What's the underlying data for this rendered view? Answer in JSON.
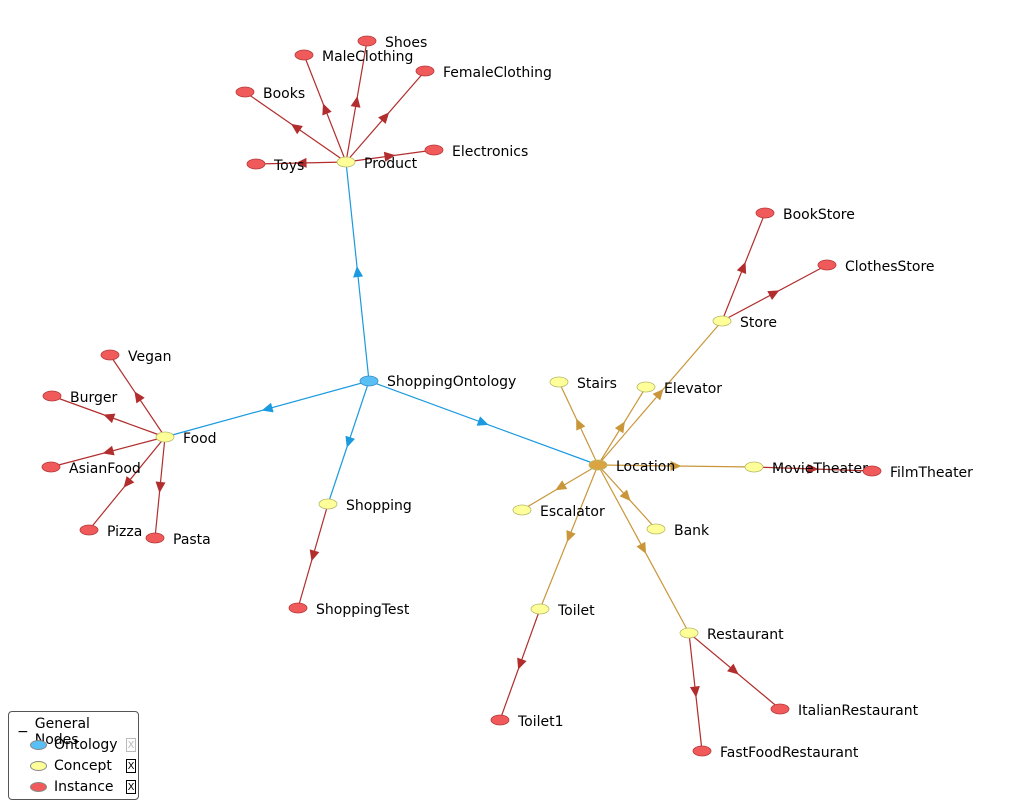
{
  "colors": {
    "ontology": "#59BFF5",
    "concept": "#FFFF99",
    "instance": "#F05A5A",
    "edge_ontology": "#1B9AE0",
    "edge_concept": "#C9963A",
    "edge_instance": "#B22D2D"
  },
  "nodes": [
    {
      "id": "shoppingontology",
      "label": "ShoppingOntology",
      "type": "ontology"
    },
    {
      "id": "product",
      "label": "Product",
      "type": "concept"
    },
    {
      "id": "food",
      "label": "Food",
      "type": "concept"
    },
    {
      "id": "shopping",
      "label": "Shopping",
      "type": "concept"
    },
    {
      "id": "location",
      "label": "Location",
      "type": "concept"
    },
    {
      "id": "store",
      "label": "Store",
      "type": "concept"
    },
    {
      "id": "stairs",
      "label": "Stairs",
      "type": "concept"
    },
    {
      "id": "elevator",
      "label": "Elevator",
      "type": "concept"
    },
    {
      "id": "escalator",
      "label": "Escalator",
      "type": "concept"
    },
    {
      "id": "bank",
      "label": "Bank",
      "type": "concept"
    },
    {
      "id": "movietheater",
      "label": "MovieTheater",
      "type": "concept"
    },
    {
      "id": "toilet",
      "label": "Toilet",
      "type": "concept"
    },
    {
      "id": "restaurant",
      "label": "Restaurant",
      "type": "concept"
    },
    {
      "id": "shoes",
      "label": "Shoes",
      "type": "instance"
    },
    {
      "id": "maleclothing",
      "label": "MaleClothing",
      "type": "instance"
    },
    {
      "id": "femaleclothing",
      "label": "FemaleClothing",
      "type": "instance"
    },
    {
      "id": "books",
      "label": "Books",
      "type": "instance"
    },
    {
      "id": "toys",
      "label": "Toys",
      "type": "instance"
    },
    {
      "id": "electronics",
      "label": "Electronics",
      "type": "instance"
    },
    {
      "id": "bookstore",
      "label": "BookStore",
      "type": "instance"
    },
    {
      "id": "clothesstore",
      "label": "ClothesStore",
      "type": "instance"
    },
    {
      "id": "vegan",
      "label": "Vegan",
      "type": "instance"
    },
    {
      "id": "burger",
      "label": "Burger",
      "type": "instance"
    },
    {
      "id": "asianfood",
      "label": "AsianFood",
      "type": "instance"
    },
    {
      "id": "pizza",
      "label": "Pizza",
      "type": "instance"
    },
    {
      "id": "pasta",
      "label": "Pasta",
      "type": "instance"
    },
    {
      "id": "shoppingtest",
      "label": "ShoppingTest",
      "type": "instance"
    },
    {
      "id": "filmtheater",
      "label": "FilmTheater",
      "type": "instance"
    },
    {
      "id": "toilet1",
      "label": "Toilet1",
      "type": "instance"
    },
    {
      "id": "italianrestaurant",
      "label": "ItalianRestaurant",
      "type": "instance"
    },
    {
      "id": "fastfoodrestaurant",
      "label": "FastFoodRestaurant",
      "type": "instance"
    }
  ],
  "edges": [
    {
      "from": "shoppingontology",
      "to": "product",
      "kind": "ontology"
    },
    {
      "from": "shoppingontology",
      "to": "food",
      "kind": "ontology"
    },
    {
      "from": "shoppingontology",
      "to": "shopping",
      "kind": "ontology"
    },
    {
      "from": "shoppingontology",
      "to": "location",
      "kind": "ontology"
    },
    {
      "from": "product",
      "to": "shoes",
      "kind": "instance"
    },
    {
      "from": "product",
      "to": "maleclothing",
      "kind": "instance"
    },
    {
      "from": "product",
      "to": "femaleclothing",
      "kind": "instance"
    },
    {
      "from": "product",
      "to": "books",
      "kind": "instance"
    },
    {
      "from": "product",
      "to": "toys",
      "kind": "instance"
    },
    {
      "from": "product",
      "to": "electronics",
      "kind": "instance"
    },
    {
      "from": "food",
      "to": "vegan",
      "kind": "instance"
    },
    {
      "from": "food",
      "to": "burger",
      "kind": "instance"
    },
    {
      "from": "food",
      "to": "asianfood",
      "kind": "instance"
    },
    {
      "from": "food",
      "to": "pizza",
      "kind": "instance"
    },
    {
      "from": "food",
      "to": "pasta",
      "kind": "instance"
    },
    {
      "from": "shopping",
      "to": "shoppingtest",
      "kind": "instance"
    },
    {
      "from": "location",
      "to": "store",
      "kind": "concept"
    },
    {
      "from": "location",
      "to": "stairs",
      "kind": "concept"
    },
    {
      "from": "location",
      "to": "elevator",
      "kind": "concept"
    },
    {
      "from": "location",
      "to": "escalator",
      "kind": "concept"
    },
    {
      "from": "location",
      "to": "bank",
      "kind": "concept"
    },
    {
      "from": "location",
      "to": "movietheater",
      "kind": "concept"
    },
    {
      "from": "location",
      "to": "toilet",
      "kind": "concept"
    },
    {
      "from": "location",
      "to": "restaurant",
      "kind": "concept"
    },
    {
      "from": "store",
      "to": "bookstore",
      "kind": "instance"
    },
    {
      "from": "store",
      "to": "clothesstore",
      "kind": "instance"
    },
    {
      "from": "movietheater",
      "to": "filmtheater",
      "kind": "instance"
    },
    {
      "from": "toilet",
      "to": "toilet1",
      "kind": "instance"
    },
    {
      "from": "restaurant",
      "to": "italianrestaurant",
      "kind": "instance"
    },
    {
      "from": "restaurant",
      "to": "fastfoodrestaurant",
      "kind": "instance"
    }
  ],
  "legend": {
    "title": "General Nodes",
    "collapse_symbol": "−",
    "items": [
      {
        "label": "Ontology",
        "type": "ontology",
        "checked": false
      },
      {
        "label": "Concept",
        "type": "concept",
        "checked": true
      },
      {
        "label": "Instance",
        "type": "instance",
        "checked": true
      }
    ],
    "check_mark": "X"
  }
}
